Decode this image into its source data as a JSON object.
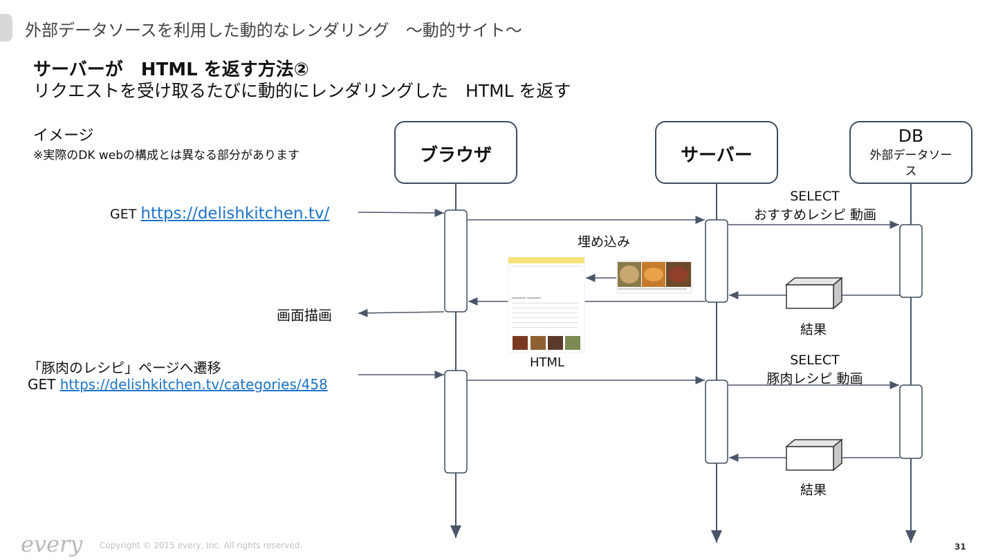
{
  "header": {
    "title": "外部データソースを利用した動的なレンダリング　～動的サイト～"
  },
  "heading": "サーバーが　HTML を返す方法②",
  "subheading": "リクエストを受け取るたびに動的にレンダリングした　HTML を返す",
  "image_label": "イメージ",
  "note": "※実際のDK webの構成とは異なる部分があります",
  "actors": {
    "browser": "ブラウザ",
    "server": "サーバー",
    "db": "DB",
    "db_sub": "外部データソー\nス"
  },
  "flow1": {
    "get_prefix": "GET",
    "get_url": "https://delishkitchen.tv/",
    "select": "SELECT",
    "select_target": "おすすめレシピ 動画",
    "embed": "埋め込み",
    "result": "結果",
    "render": "画面描画",
    "html": "HTML"
  },
  "flow2": {
    "nav": "「豚肉のレシピ」ページへ遷移",
    "get_prefix": "GET",
    "get_url": "https://delishkitchen.tv/categories/458",
    "select": "SELECT",
    "select_target": "豚肉レシピ 動画",
    "result": "結果"
  },
  "footer": {
    "logo": "every",
    "copyright": "Copyright © 2015 every, Inc. All rights reserved.",
    "page_number": "31"
  }
}
